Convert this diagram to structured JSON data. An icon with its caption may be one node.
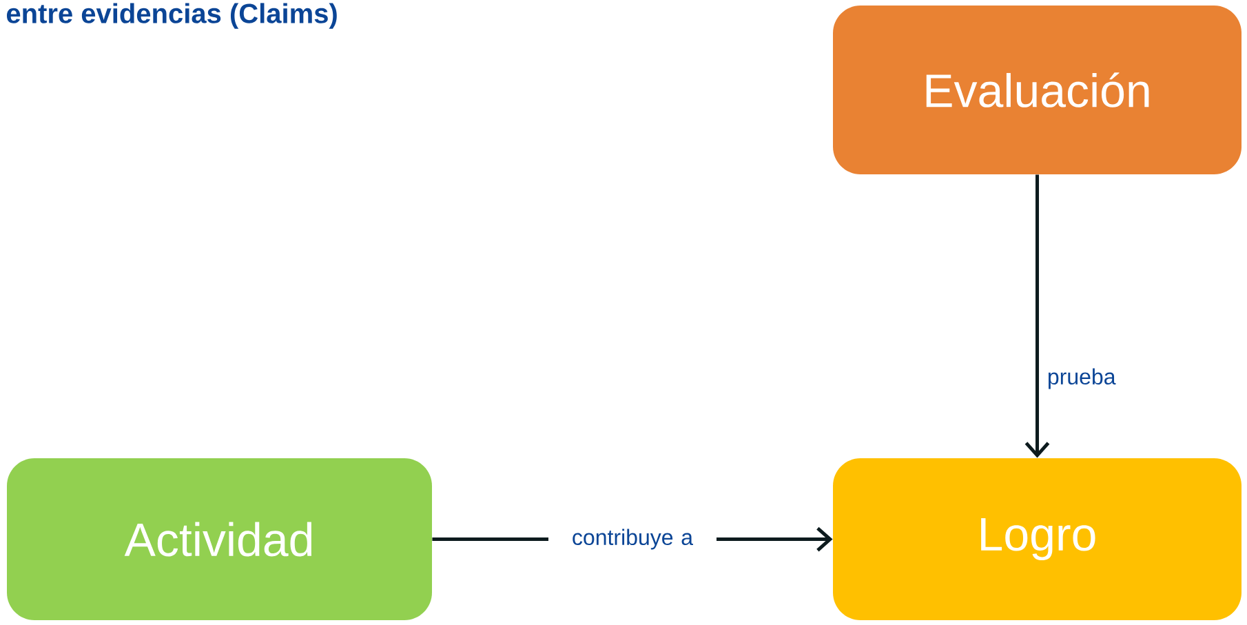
{
  "diagram": {
    "title": "entre evidencias (Claims)",
    "nodes": [
      {
        "text": [
          "Evaluación"
        ]
      },
      {
        "text": [
          "Actividad"
        ]
      },
      {
        "text": [
          "Logro"
        ]
      }
    ],
    "edges": [
      {
        "from": 1,
        "to": 2,
        "arrow": "to",
        "label": "contribuye a"
      },
      {
        "from": 0,
        "to": 2,
        "arrow": "to",
        "label": "prueba"
      }
    ]
  }
}
